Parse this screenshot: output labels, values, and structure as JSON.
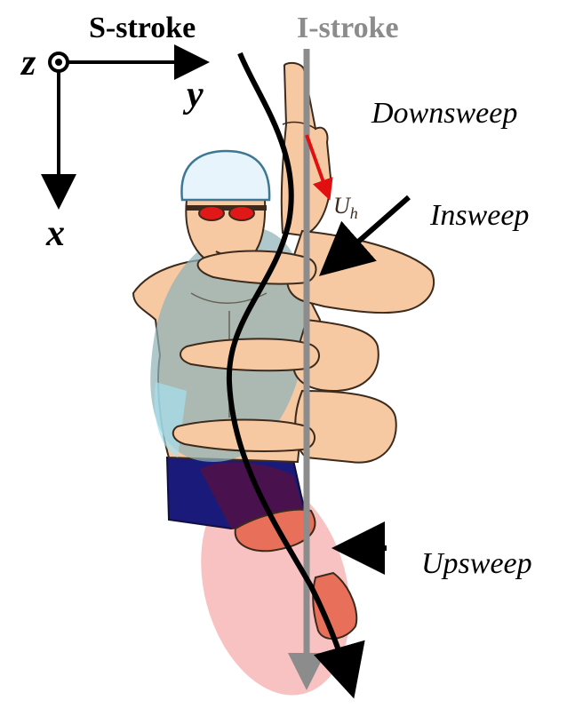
{
  "labels": {
    "s_stroke": "S-stroke",
    "i_stroke": "I-stroke",
    "downsweep": "Downsweep",
    "insweep": "Insweep",
    "upsweep": "Upsweep",
    "velocity": "U",
    "velocity_sub": "h"
  },
  "axes": {
    "z": "z",
    "y": "y",
    "x": "x"
  },
  "colors": {
    "s_stroke_line": "#000000",
    "i_stroke_line": "#8c8c8c",
    "skin": "#f7c9a2",
    "skin_outline": "#3c2a1c",
    "cap": "#e8f4fb",
    "goggles": "#e01818",
    "torso_overlay": "#8fb3b8",
    "torso_overlay_cyan": "#a6e0ef",
    "trunks": "#1a1a7a",
    "trunks_overlay": "#4a1040",
    "pink_overlay": "#f29090",
    "foot": "#e8705a",
    "velocity_arrow": "#e01010"
  }
}
